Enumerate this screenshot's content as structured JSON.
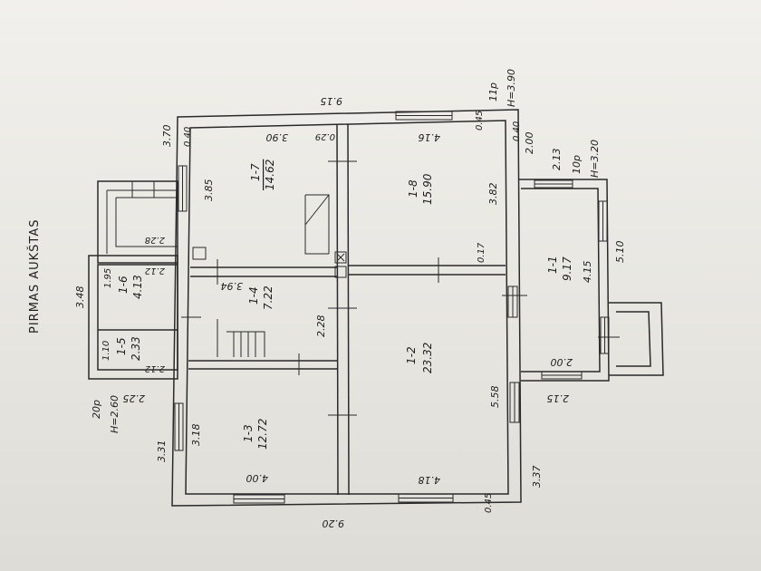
{
  "sheet_title": "PIRMAS AUKŠTAS",
  "overall_dims": {
    "top": "9.15",
    "bottom": "9.20",
    "left_upper": "3.70",
    "left_mid": "3.48",
    "left_lower": "3.31",
    "right_upper": "2.00",
    "right_lower": "3.37",
    "annex_right": "5.10",
    "annex_top_width": "2.13",
    "annex_bottom_width": "2.15",
    "left_annex_bottom": "2.25"
  },
  "wall_thickness_labels": [
    "0.40",
    "0.45",
    "0.40",
    "0.45"
  ],
  "porch_labels": [
    {
      "code": "11p",
      "height": "H=3.90"
    },
    {
      "code": "10p",
      "height": "H=3.20"
    },
    {
      "code": "20p",
      "height": "H=2.60"
    }
  ],
  "rooms": [
    {
      "code": "1-7",
      "area": "14.62",
      "dim_a": "3.90",
      "dim_b": "3.85",
      "dim_c": "0.29"
    },
    {
      "code": "1-8",
      "area": "15.90",
      "dim_a": "4.16",
      "dim_b": "3.82",
      "dim_c": "0.17"
    },
    {
      "code": "1-1",
      "area": "9.17",
      "dim_a": "4.15",
      "dim_b": "2.00"
    },
    {
      "code": "1-6",
      "area": "4.13",
      "dim_a": "2.28",
      "dim_b": "1.95",
      "dim_c": "2.12"
    },
    {
      "code": "1-4",
      "area": "7.22",
      "dim_a": "3.94",
      "dim_b": "2.28"
    },
    {
      "code": "1-2",
      "area": "23.32",
      "dim_a": "5.58",
      "dim_b": "4.18"
    },
    {
      "code": "1-5",
      "area": "2.33",
      "dim_a": "1.10",
      "dim_b": "2.12"
    },
    {
      "code": "1-3",
      "area": "12.72",
      "dim_a": "3.18",
      "dim_b": "4.00"
    }
  ]
}
